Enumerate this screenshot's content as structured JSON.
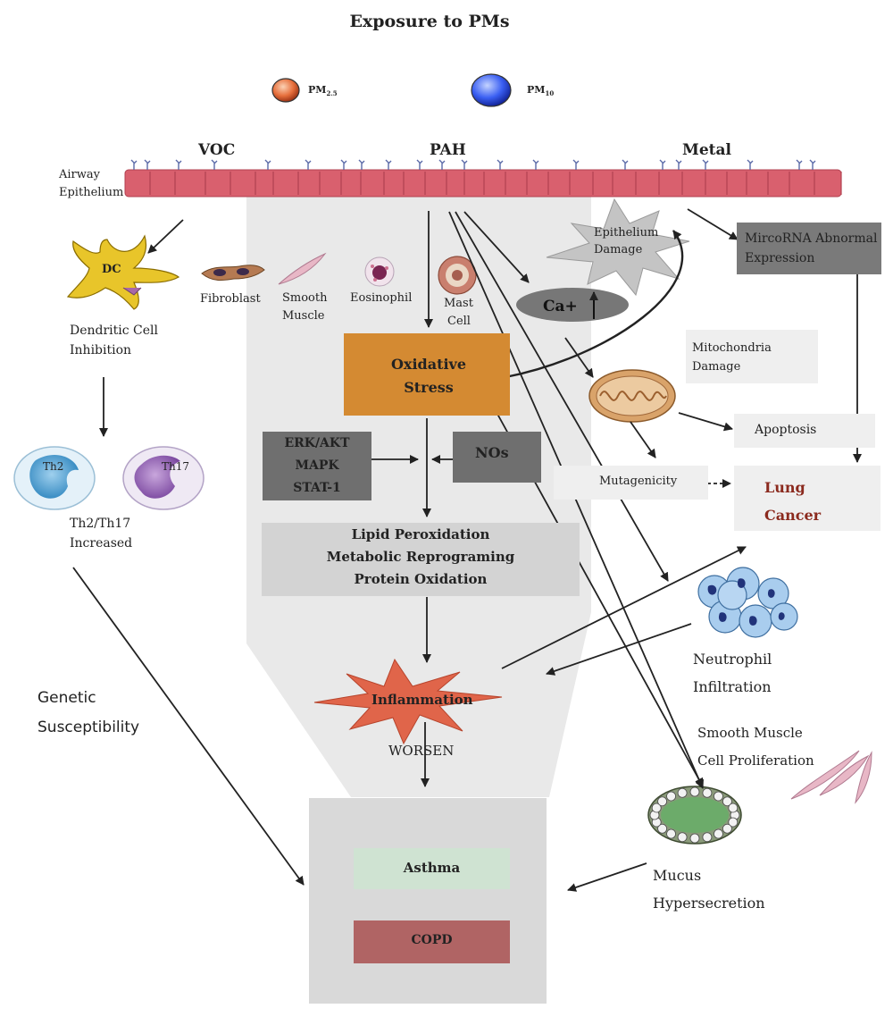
{
  "title": "Exposure to PMs",
  "particles": {
    "pm25": {
      "label": "PM",
      "sub": "2.5"
    },
    "pm10": {
      "label": "PM",
      "sub": "10"
    }
  },
  "sources": [
    "VOC",
    "PAH",
    "Metal"
  ],
  "airway_epithelium": [
    "Airway",
    "Epithelium"
  ],
  "cells": {
    "dc": "DC",
    "fibroblast": "Fibroblast",
    "smooth_muscle": [
      "Smooth",
      "Muscle"
    ],
    "eosinophil": "Eosinophil",
    "mast_cell": [
      "Mast",
      "Cell"
    ],
    "th2": "Th2",
    "th17": "Th17"
  },
  "labels": {
    "dendritic_cell": [
      "Dendritic Cell",
      "Inhibition"
    ],
    "th_increased": [
      "Th2/Th17",
      "Increased"
    ],
    "genetic": [
      "Genetic",
      "Susceptibility"
    ],
    "epithelium_damage": [
      "Epithelium",
      "Damage"
    ],
    "calcium": "Ca+",
    "mircorna": [
      "MircoRNA  Abnormal",
      "Expression"
    ],
    "mitochondria": [
      "Mitochondria",
      "Damage"
    ],
    "oxidative_stress": [
      "Oxidative",
      "Stress"
    ],
    "signaling": [
      "ERK/AKT",
      "MAPK",
      "STAT-1"
    ],
    "nos": "NOs",
    "apoptosis": "Apoptosis",
    "mutagenicity": "Mutagenicity",
    "lung_cancer": [
      "Lung",
      "Cancer"
    ],
    "peroxidation": [
      "Lipid Peroxidation",
      "Metabolic Reprograming",
      "Protein Oxidation"
    ],
    "neutrophil": [
      "Neutrophil",
      "Infiltration"
    ],
    "inflammation": "Inflammation",
    "worsen": "WORSEN",
    "smooth_muscle_prolif": [
      "Smooth Muscle",
      "Cell Proliferation"
    ],
    "mucus": [
      "Mucus",
      "Hypersecretion"
    ],
    "asthma": "Asthma",
    "copd": "COPD"
  },
  "colors": {
    "oxidative": "#d48a32",
    "dark_box": "#6f6f6f",
    "light_box": "#d3d3d3",
    "funnel": "#e9e9e9",
    "epithelium": "#d9606e",
    "asthma": "#cfe3d2",
    "copd": "#b06464",
    "inflammation": "#e0654a",
    "lung_cancer_text": "#8b2a1e"
  }
}
